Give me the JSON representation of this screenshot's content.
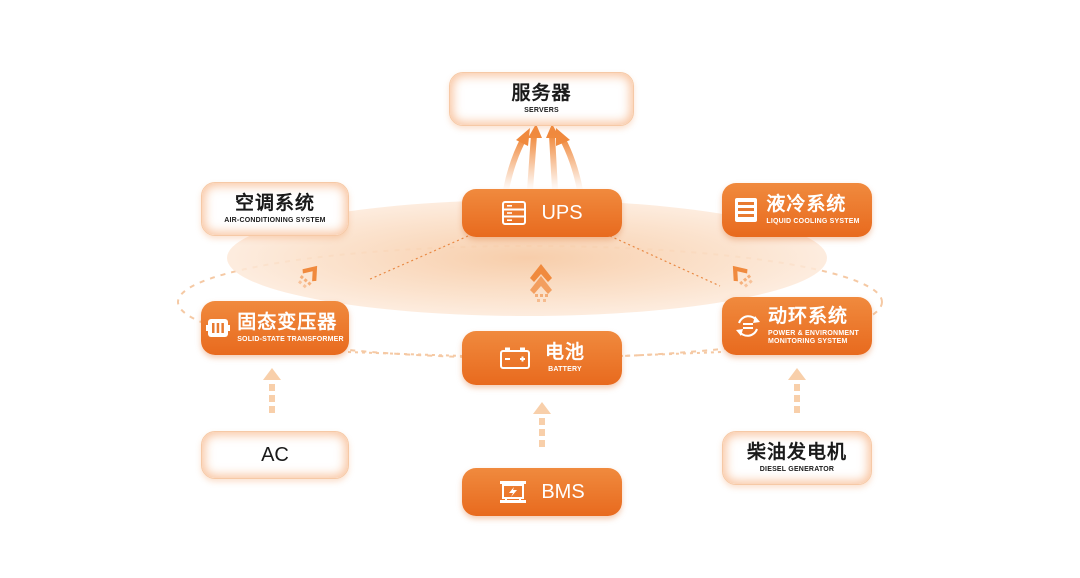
{
  "nodes": {
    "servers": {
      "cn": "服务器",
      "en": "SERVERS"
    },
    "ups": {
      "label": "UPS"
    },
    "aircon": {
      "cn": "空调系统",
      "en": "AIR-CONDITIONING SYSTEM"
    },
    "liquid": {
      "cn": "液冷系统",
      "en": "LIQUID COOLING SYSTEM"
    },
    "sst": {
      "cn": "固态变压器",
      "en": "SOLID-STATE TRANSFORMER"
    },
    "battery": {
      "cn": "电池",
      "en": "BATTERY"
    },
    "dynamic": {
      "cn": "动环系统",
      "en1": "POWER & ENVIRONMENT",
      "en2": "MONITORING SYSTEM"
    },
    "ac": {
      "label": "AC"
    },
    "bms": {
      "label": "BMS"
    },
    "diesel": {
      "cn": "柴油发电机",
      "en": "DIESEL GENERATOR"
    }
  },
  "colors": {
    "accent": "#ec7a2e",
    "accent_light": "#f6c9a6",
    "glow": "#fbe3cf"
  },
  "icons": {
    "ups": "server-rack-icon",
    "liquid": "server-rack-icon",
    "sst": "transformer-icon",
    "battery": "battery-icon",
    "dynamic": "cycle-icon",
    "bms": "bms-board-icon"
  }
}
